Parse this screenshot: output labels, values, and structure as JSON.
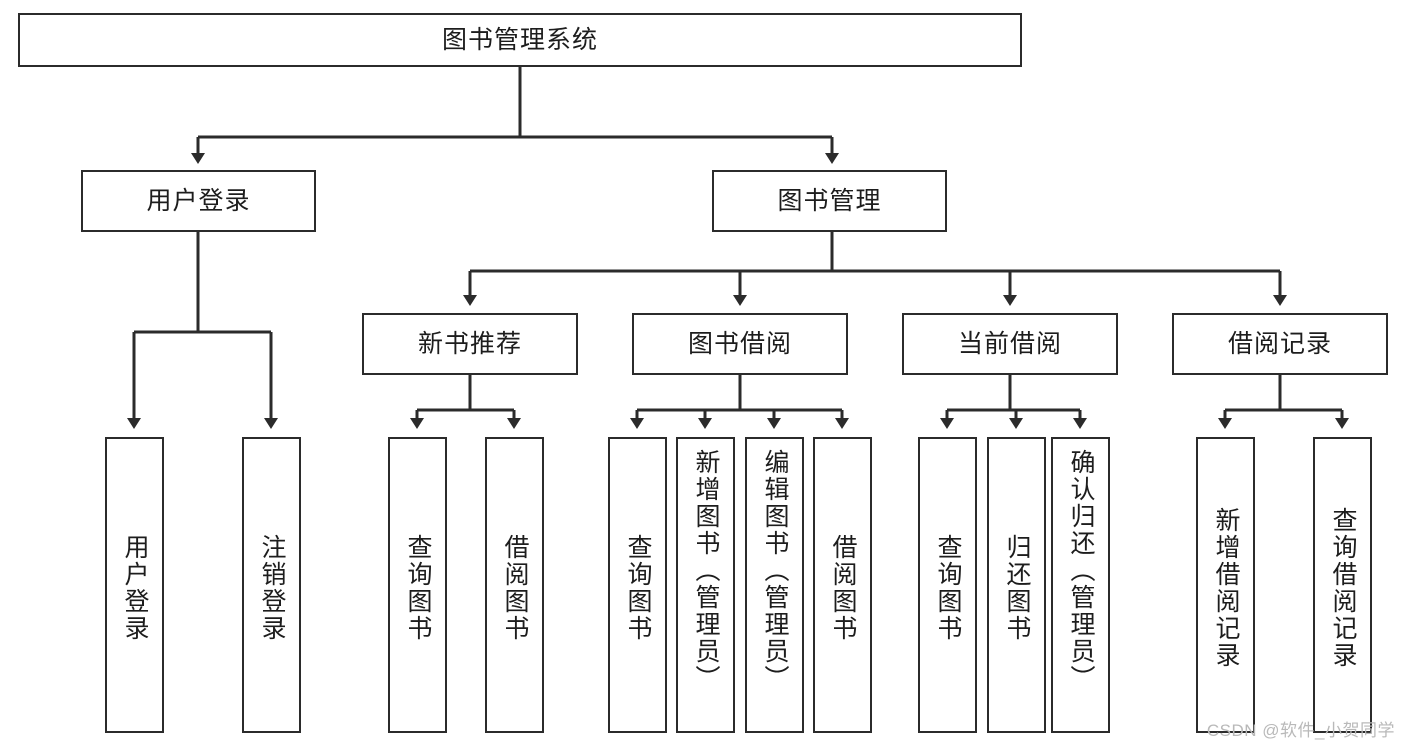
{
  "diagram": {
    "title": "图书管理系统",
    "type": "hierarchy-tree",
    "root": {
      "label": "图书管理系统"
    },
    "level2": [
      {
        "label": "用户登录"
      },
      {
        "label": "图书管理"
      }
    ],
    "level3": [
      {
        "label": "新书推荐"
      },
      {
        "label": "图书借阅"
      },
      {
        "label": "当前借阅"
      },
      {
        "label": "借阅记录"
      }
    ],
    "leaves": {
      "user_login": [
        {
          "label": "用户登录"
        },
        {
          "label": "注销登录"
        }
      ],
      "new_book_recommend": [
        {
          "label": "查询图书"
        },
        {
          "label": "借阅图书"
        }
      ],
      "book_borrow": [
        {
          "label": "查询图书"
        },
        {
          "label": "新增图书（管理员）"
        },
        {
          "label": "编辑图书（管理员）"
        },
        {
          "label": "借阅图书"
        }
      ],
      "current_borrow": [
        {
          "label": "查询图书"
        },
        {
          "label": "归还图书"
        },
        {
          "label": "确认归还（管理员）"
        }
      ],
      "borrow_record": [
        {
          "label": "新增借阅记录"
        },
        {
          "label": "查询借阅记录"
        }
      ]
    }
  },
  "watermark": {
    "text": "CSDN @软件_小贺同学"
  },
  "colors": {
    "stroke": "#2b2b2b",
    "box_fill": "#ffffff",
    "text": "#1d1d1d",
    "watermark": "#b9b9b9",
    "background": "#ffffff"
  }
}
